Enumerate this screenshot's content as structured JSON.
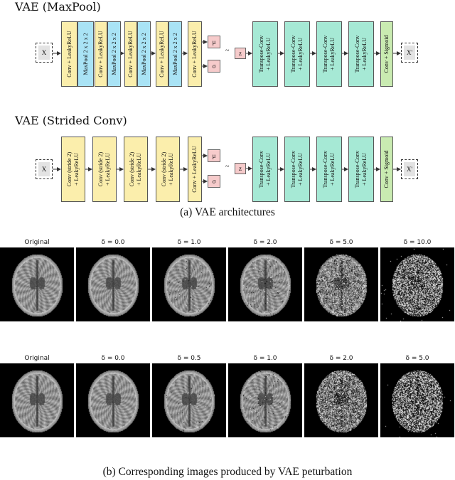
{
  "panel_a": {
    "maxpool": {
      "title": "VAE (MaxPool)",
      "input_label": "X",
      "output_label": "X'",
      "encoder": [
        {
          "label": "Conv + LeakyReLU"
        },
        {
          "label": "MaxPool 2 x 2 x 2"
        },
        {
          "label": "Conv + LeakyReLU"
        },
        {
          "label": "MaxPool 2 x 2 x 2"
        },
        {
          "label": "Conv + LeakyReLU"
        },
        {
          "label": "MaxPool 2 x 2 x 2"
        },
        {
          "label": "Conv + LeakyReLU"
        },
        {
          "label": "MaxPool 2 x 2 x 2"
        },
        {
          "label": "Conv + LeakyReLU"
        }
      ],
      "mu": "μ",
      "sigma": "σ",
      "z": "z",
      "decoder": [
        {
          "label": "Transpose-Conv\n+ LeakyReLU"
        },
        {
          "label": "Transpose-Conv\n+ LeakyReLU"
        },
        {
          "label": "Transpose-Conv\n+ LeakyReLU"
        },
        {
          "label": "Transpose-Conv\n+ LeakyReLU"
        },
        {
          "label": "Conv + Sigmoid"
        }
      ]
    },
    "strided": {
      "title": "VAE (Strided Conv)",
      "input_label": "X",
      "output_label": "X'",
      "encoder": [
        {
          "label": "Conv (stride 2)\n+ LeakyReLU"
        },
        {
          "label": "Conv (stride 2)\n+ LeakyReLU"
        },
        {
          "label": "Conv (stride 2)\n+ LeakyReLU"
        },
        {
          "label": "Conv (stride 2)\n+ LeakyReLU"
        },
        {
          "label": "Conv + LeakyReLU"
        }
      ],
      "mu": "μ",
      "sigma": "σ",
      "z": "z",
      "decoder": [
        {
          "label": "Transpose-Conv\n+ LeakyReLU"
        },
        {
          "label": "Transpose-Conv\n+ LeakyReLU"
        },
        {
          "label": "Transpose-Conv\n+ LeakyReLU"
        },
        {
          "label": "Transpose-Conv\n+ LeakyReLU"
        },
        {
          "label": "Conv + Sigmoid"
        }
      ]
    },
    "caption": "(a) VAE architectures"
  },
  "panel_b": {
    "row1_labels": [
      "Original",
      "δ = 0.0",
      "δ = 1.0",
      "δ = 2.0",
      "δ = 5.0",
      "δ = 10.0"
    ],
    "row2_labels": [
      "Original",
      "δ = 0.0",
      "δ = 0.5",
      "δ = 1.0",
      "δ = 2.0",
      "δ = 5.0"
    ],
    "row1_noise": [
      0,
      0,
      0.02,
      0.05,
      0.35,
      0.85
    ],
    "row2_noise": [
      0,
      0,
      0.02,
      0.05,
      0.55,
      0.95
    ],
    "caption": "(b) Corresponding images produced by VAE peturbation"
  }
}
